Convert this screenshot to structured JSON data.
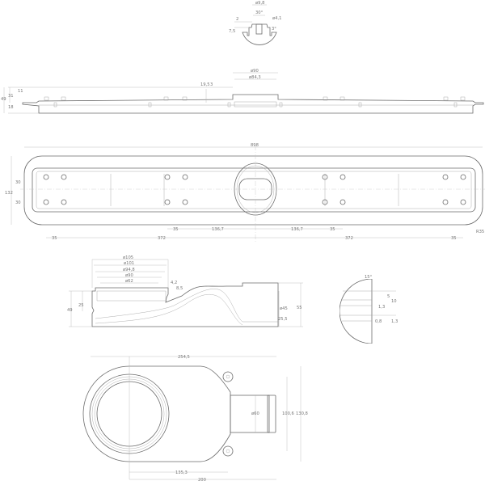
{
  "detail_top": {
    "d1": "ø9,8",
    "angle": "30°",
    "d2": "ø4,1",
    "h1": "2",
    "h2": "7,5",
    "angle2": "3°"
  },
  "side_view": {
    "d_outer": "ø90",
    "d_inner": "ø84,3",
    "h_a": "19,5",
    "h_b": "3",
    "h_11": "11",
    "h_31": "31",
    "h_49": "49",
    "h_18": "18"
  },
  "top_view": {
    "length": "898",
    "width": "132",
    "w_a": "30",
    "w_b": "30",
    "radius": "R35",
    "row1": [
      "35",
      "136,7",
      "136,7",
      "35"
    ],
    "row2": [
      "35",
      "372",
      "372",
      "35"
    ]
  },
  "section_view": {
    "d105": "ø105",
    "d101": "ø101",
    "d948": "ø94,8",
    "d90": "ø90",
    "d62": "ø62",
    "h42": "4,2",
    "h85": "8,5",
    "h25": "25",
    "h49": "49",
    "d45": "ø45",
    "h55": "55",
    "h255": "25,5"
  },
  "detail_right": {
    "angle": "15°",
    "h5": "5",
    "h10": "10",
    "h13a": "1,3",
    "h08": "0,8",
    "h13b": "1,3"
  },
  "plan_view": {
    "length": "254,5",
    "d60": "ø60",
    "w1006": "100,6",
    "w1308": "130,8",
    "l1353": "135,3",
    "l200": "200"
  }
}
